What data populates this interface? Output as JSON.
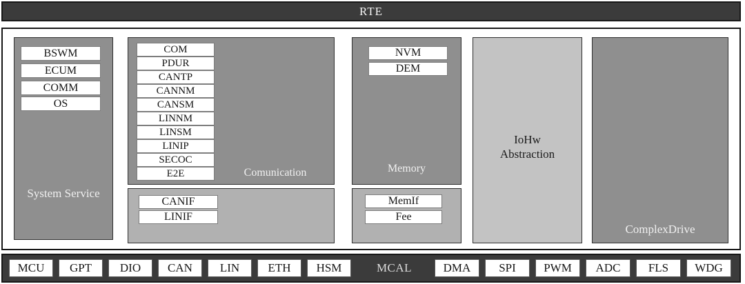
{
  "rte": {
    "label": "RTE"
  },
  "blocks": {
    "system_service": {
      "label": "System Service",
      "modules": [
        "BSWM",
        "ECUM",
        "COMM",
        "OS"
      ]
    },
    "communication": {
      "label": "Comunication",
      "modules": [
        "COM",
        "PDUR",
        "CANTP",
        "CANNM",
        "CANSM",
        "LINNM",
        "LINSM",
        "LINIP",
        "SECOC",
        "E2E"
      ]
    },
    "communication_interface": {
      "modules": [
        "CANIF",
        "LINIF"
      ]
    },
    "memory": {
      "label": "Memory",
      "modules": [
        "NVM",
        "DEM"
      ]
    },
    "memory_interface": {
      "modules": [
        "MemIf",
        "Fee"
      ]
    },
    "iohw_abstraction": {
      "label_line1": "IoHw",
      "label_line2": "Abstraction"
    },
    "complex_drive": {
      "label": "ComplexDrive"
    }
  },
  "mcal": {
    "label": "MCAL",
    "modules_left": [
      "MCU",
      "GPT",
      "DIO",
      "CAN",
      "LIN",
      "ETH",
      "HSM"
    ],
    "modules_right": [
      "DMA",
      "SPI",
      "PWM",
      "ADC",
      "FLS",
      "WDG"
    ]
  },
  "colors": {
    "bar_dark": "#3b3b3b",
    "layer_gray": "#8f8f8f",
    "interface_gray": "#b1b1b1",
    "iohw_gray": "#c3c3c3",
    "chip_white": "#ffffff"
  }
}
